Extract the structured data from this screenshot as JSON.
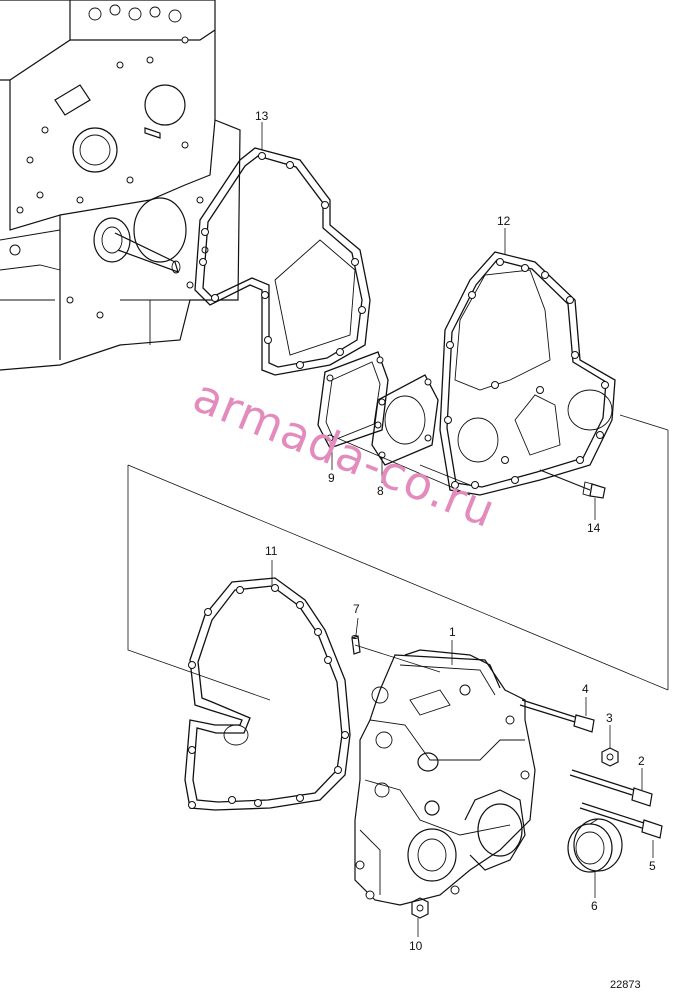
{
  "part_labels": [
    "1",
    "2",
    "3",
    "4",
    "5",
    "6",
    "7",
    "8",
    "9",
    "10",
    "11",
    "12",
    "13",
    "14"
  ],
  "figure_id": "22873",
  "watermark": "armada-co.ru",
  "colors": {
    "line": "#111111",
    "watermark": "#e38bbd",
    "background": "#ffffff"
  }
}
